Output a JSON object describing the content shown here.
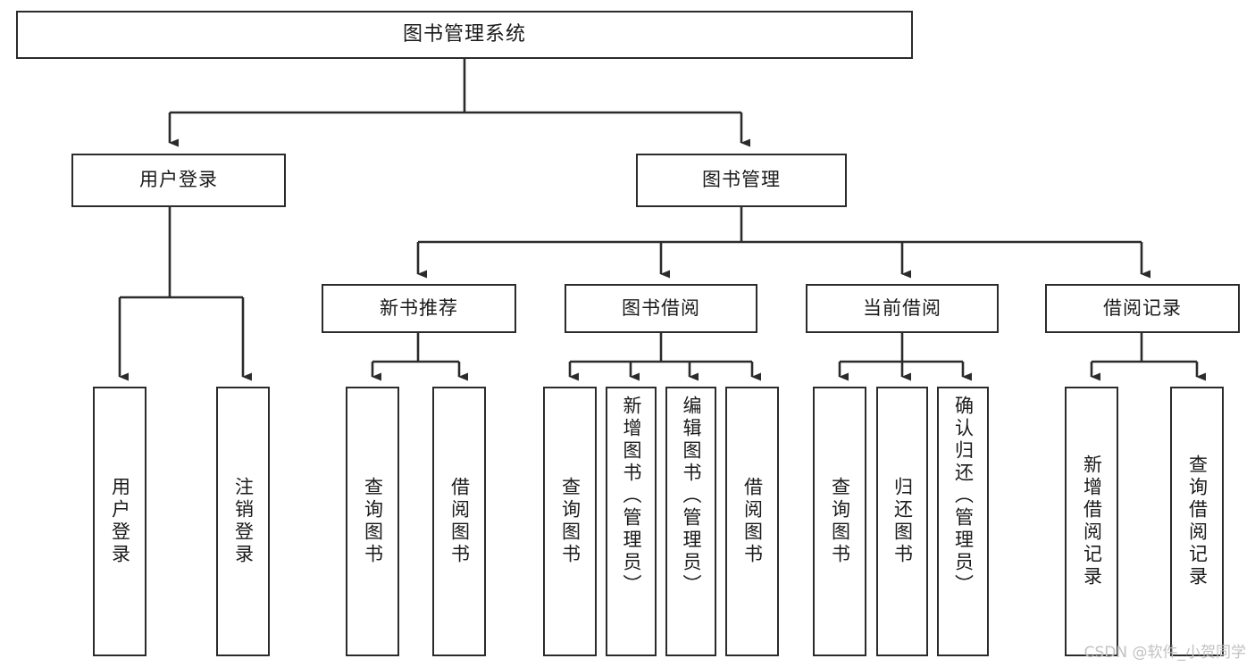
{
  "diagram": {
    "title": "图书管理系统",
    "type": "tree-hierarchy-chart",
    "root": {
      "label": "图书管理系统"
    },
    "level2": {
      "user_login": "用户登录",
      "book_manage": "图书管理"
    },
    "level3": {
      "new_book_recommend": "新书推荐",
      "book_borrow": "图书借阅",
      "current_borrow": "当前借阅",
      "borrow_record": "借阅记录"
    },
    "leaves": {
      "user_login_1": "用户登录",
      "user_login_2": "注销登录",
      "new_book_1": "查询图书",
      "new_book_2": "借阅图书",
      "borrow_1": "查询图书",
      "borrow_2": "新增图书（管理员）",
      "borrow_3": "编辑图书（管理员）",
      "borrow_4": "借阅图书",
      "current_1": "查询图书",
      "current_2": "归还图书",
      "current_3": "确认归还（管理员）",
      "record_1": "新增借阅记录",
      "record_2": "查询借阅记录"
    }
  },
  "watermark": {
    "text": "CSDN @软件_小贺同学"
  },
  "colors": {
    "stroke": "#2b2b2b",
    "background": "#ffffff",
    "text": "#1a1a1a",
    "watermark": "#c2c2c2"
  }
}
